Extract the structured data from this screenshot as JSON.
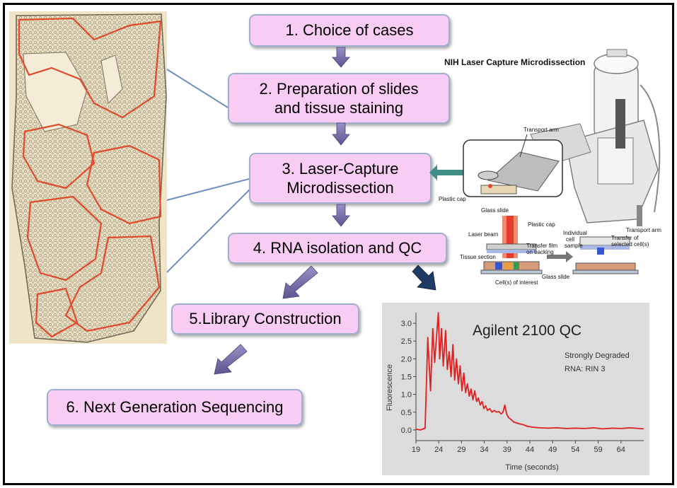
{
  "steps": {
    "s1": "1. Choice of cases",
    "s2": "2. Preparation of slides\nand tissue staining",
    "s3": "3. Laser-Capture\nMicrodissection",
    "s4": "4. RNA isolation and QC",
    "s5": "5.Library Construction",
    "s6": "6. Next Generation Sequencing"
  },
  "lcm_panel": {
    "title": "NIH Laser Capture Microdissection",
    "labels": {
      "transport_arm_top": "Transport arm",
      "transport_arm_right": "Transport arm",
      "plastic_cap_left": "Plastic cap",
      "glass_slide_top": "Glass slide",
      "laser_beam": "Laser beam",
      "plastic_cap_bottom": "Plastic cap",
      "individual_cell_sample": "Individual\ncell\nsample",
      "transfer_film": "Transfer film\non backing",
      "transfer_selected": "Transfer of\nselected cell(s)",
      "tissue_section": "Tissue section",
      "cells_of_interest": "Cell(s) of interest",
      "glass_slide_bottom": "Glass slide"
    }
  },
  "qc_chart": {
    "title": "Agilent 2100 QC",
    "note_line1": "Strongly Degraded",
    "note_line2": "RNA: RIN 3"
  },
  "chart_data": {
    "type": "line",
    "title": "Agilent 2100 QC",
    "xlabel": "Time (seconds)",
    "ylabel": "Fluorescence",
    "xlim": [
      19,
      69
    ],
    "ylim": [
      -0.3,
      3.3
    ],
    "xticks": [
      19,
      24,
      29,
      34,
      39,
      44,
      49,
      54,
      59,
      64
    ],
    "yticks": [
      0.0,
      0.5,
      1.0,
      1.5,
      2.0,
      2.5,
      3.0
    ],
    "ytick_labels": [
      "0.0",
      "0.5",
      "1.0",
      "1.5",
      "2.0",
      "2.5",
      "3.0"
    ],
    "grid": false,
    "series": [
      {
        "color": "#e31e1e",
        "x": [
          19,
          20,
          21,
          21.6,
          22.2,
          22.7,
          23.1,
          23.5,
          23.9,
          24.2,
          24.6,
          25.0,
          25.5,
          25.9,
          26.3,
          26.7,
          27.1,
          27.5,
          27.9,
          28.3,
          28.7,
          29.1,
          29.5,
          29.9,
          30.3,
          30.7,
          31.1,
          31.5,
          31.9,
          32.3,
          32.7,
          33.1,
          33.5,
          33.9,
          34.3,
          34.7,
          35.2,
          35.7,
          36.2,
          36.7,
          37.2,
          37.7,
          38.1,
          38.5,
          38.9,
          39.3,
          39.8,
          40.5,
          41.5,
          42.5,
          43.5,
          44.5,
          46,
          48,
          50,
          52,
          54,
          56,
          58,
          60,
          62,
          64,
          66,
          69
        ],
        "y": [
          0.02,
          0.0,
          0.05,
          2.6,
          1.1,
          2.85,
          1.9,
          2.6,
          3.3,
          2.0,
          2.85,
          1.8,
          2.8,
          1.7,
          2.2,
          1.5,
          2.4,
          1.4,
          2.0,
          1.3,
          1.8,
          1.1,
          1.6,
          1.05,
          1.3,
          0.95,
          1.15,
          0.85,
          1.1,
          0.8,
          0.9,
          0.7,
          0.8,
          0.6,
          0.68,
          0.55,
          0.6,
          0.5,
          0.55,
          0.5,
          0.52,
          0.45,
          0.5,
          0.7,
          0.45,
          0.35,
          0.3,
          0.22,
          0.18,
          0.15,
          0.1,
          0.08,
          0.06,
          0.05,
          0.06,
          0.04,
          0.05,
          0.04,
          0.06,
          0.03,
          0.05,
          0.04,
          0.06,
          0.03
        ]
      }
    ]
  },
  "colors": {
    "box_fill": "#f9cdf3",
    "box_border": "#9fb0cf",
    "down_arrow": "#7b6fa6",
    "diag_arrow": "#8a7fb5",
    "navy_arrow": "#1f3a64",
    "teal_arrow": "#3f8f86",
    "connector": "#6f8fbf",
    "tissue_outline": "#e04a2a",
    "chart_bg": "#dcdcdc",
    "trace": "#e31e1e"
  }
}
